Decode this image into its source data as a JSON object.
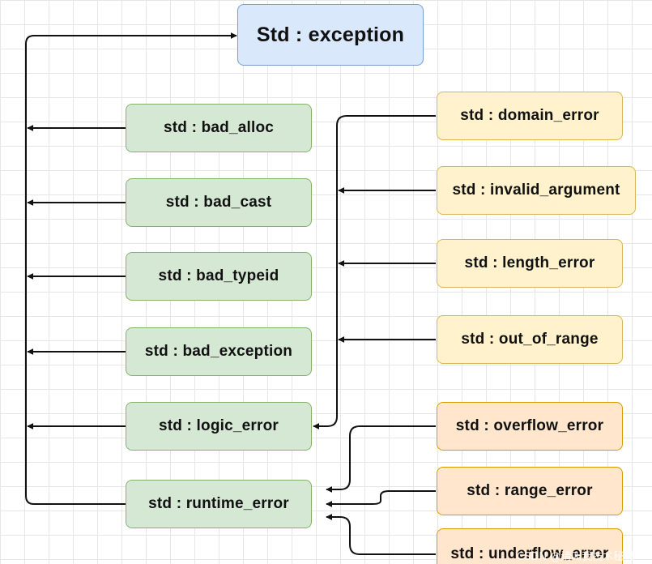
{
  "diagram": {
    "root": "Std : exception",
    "direct_children": [
      "std : bad_alloc",
      "std : bad_cast",
      "std : bad_typeid",
      "std : bad_exception",
      "std : logic_error",
      "std : runtime_error"
    ],
    "logic_error_children": [
      "std : domain_error",
      "std : invalid_argument",
      "std : length_error",
      "std : out_of_range"
    ],
    "runtime_error_children": [
      "std : overflow_error",
      "std : range_error",
      "std : underflow_error"
    ],
    "colors": {
      "root_fill": "#dae8fc",
      "std_child_fill": "#d5e8d4",
      "logic_child_fill": "#fff2cc",
      "runtime_child_fill": "#ffe6cc"
    }
  },
  "watermark": "CSDN @请叫我技术秘书"
}
